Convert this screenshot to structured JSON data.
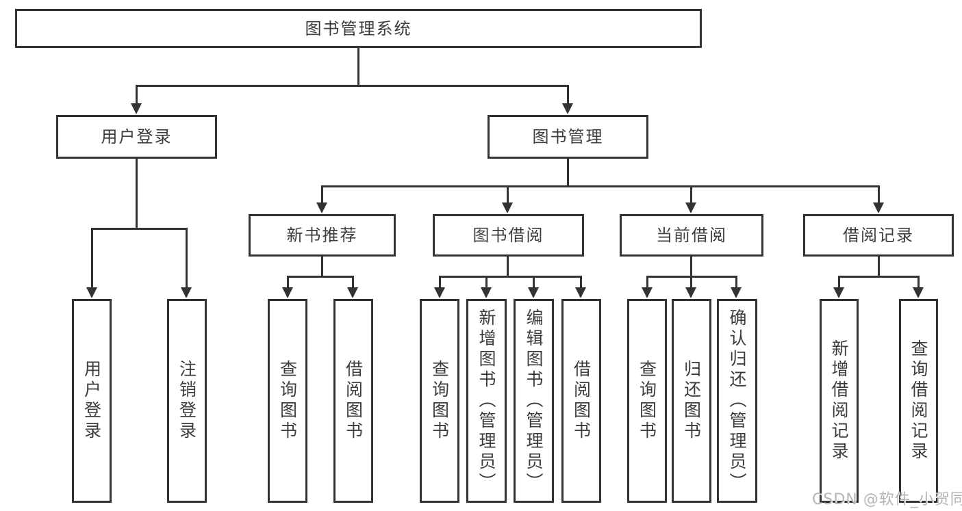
{
  "tree": {
    "label": "图书管理系统",
    "children": [
      {
        "label": "用户登录",
        "children": [
          {
            "label": "用户登录"
          },
          {
            "label": "注销登录"
          }
        ]
      },
      {
        "label": "图书管理",
        "children": [
          {
            "label": "新书推荐",
            "children": [
              {
                "label": "查询图书"
              },
              {
                "label": "借阅图书"
              }
            ]
          },
          {
            "label": "图书借阅",
            "children": [
              {
                "label": "查询图书"
              },
              {
                "label": "新增图书（管理员）"
              },
              {
                "label": "编辑图书（管理员）"
              },
              {
                "label": "借阅图书"
              }
            ]
          },
          {
            "label": "当前借阅",
            "children": [
              {
                "label": "查询图书"
              },
              {
                "label": "归还图书"
              },
              {
                "label": "确认归还（管理员）"
              }
            ]
          },
          {
            "label": "借阅记录",
            "children": [
              {
                "label": "新增借阅记录"
              },
              {
                "label": "查询借阅记录"
              }
            ]
          }
        ]
      }
    ]
  },
  "watermark": {
    "text": "CSDN @软件_小贺同学",
    "color": "#b5b5b5"
  },
  "colors": {
    "line": "#333333",
    "box_border": "#333333",
    "text": "#3d3d3d",
    "background": "#ffffff"
  }
}
